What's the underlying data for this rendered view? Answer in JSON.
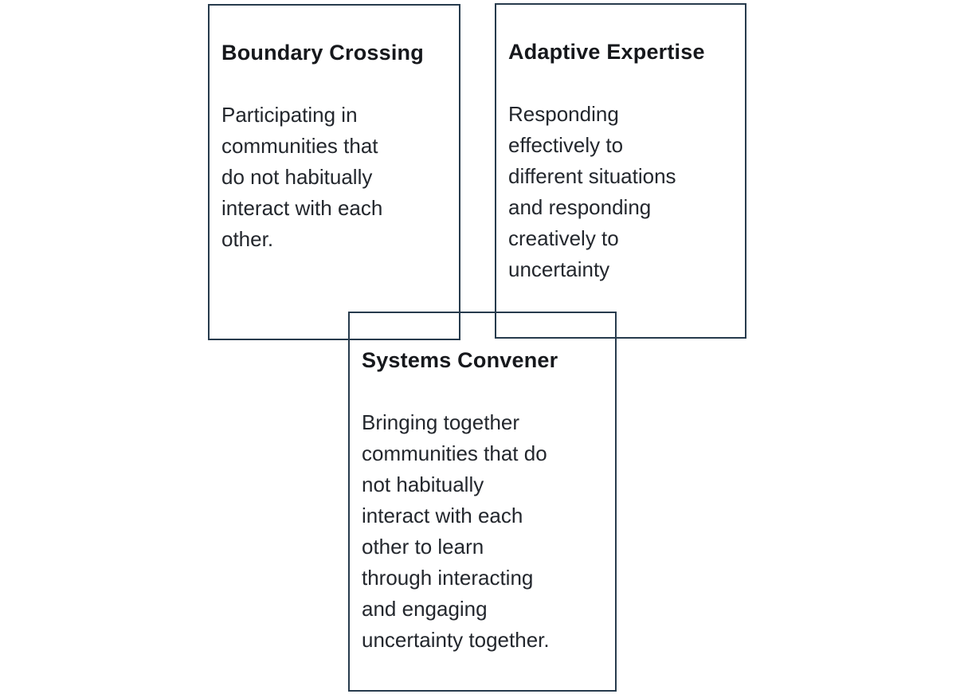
{
  "canvas": {
    "background_color": "#ffffff",
    "box_border_color": "#273b4d",
    "heading_color": "#16181c",
    "body_color": "#23272d"
  },
  "boxes": [
    {
      "id": "boundary-crossing",
      "title": "Boundary Crossing",
      "body": "Participating in\ncommunities that\ndo not habitually\ninteract with each\nother."
    },
    {
      "id": "adaptive-expertise",
      "title": "Adaptive Expertise",
      "body": "Responding\neffectively to\ndifferent situations\nand responding\ncreatively to\nuncertainty"
    },
    {
      "id": "systems-convener",
      "title": "Systems Convener",
      "body": "Bringing together\ncommunities that do\nnot habitually\ninteract with each\nother to learn\nthrough interacting\nand engaging\nuncertainty together."
    }
  ]
}
